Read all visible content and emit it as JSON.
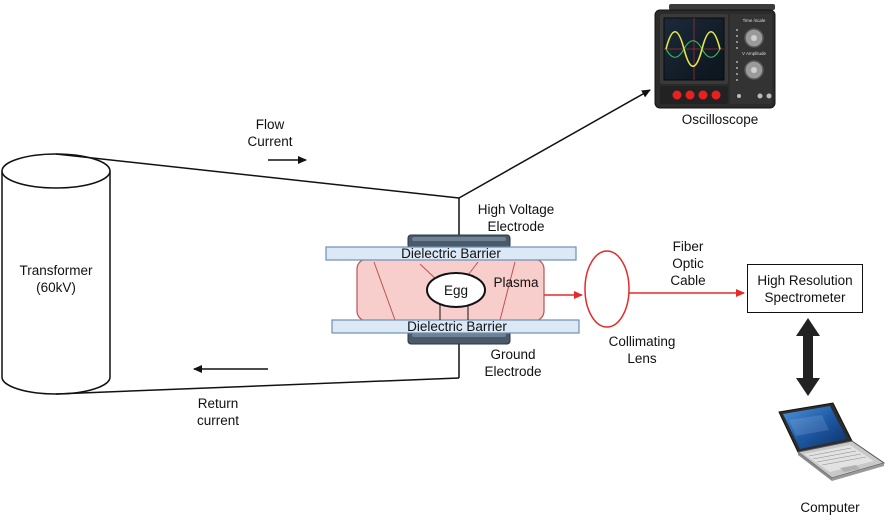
{
  "diagram": {
    "transformer": {
      "label": "Transformer\n(60kV)"
    },
    "flow_current": {
      "label": "Flow\nCurrent"
    },
    "return_current": {
      "label": "Return\ncurrent"
    },
    "high_voltage_electrode": {
      "label": "High Voltage\nElectrode"
    },
    "ground_electrode": {
      "label": "Ground\nElectrode"
    },
    "dielectric_barrier_top": {
      "label": "Dielectric Barrier"
    },
    "dielectric_barrier_bottom": {
      "label": "Dielectric Barrier"
    },
    "egg": {
      "label": "Egg"
    },
    "plasma": {
      "label": "Plasma"
    },
    "collimating_lens": {
      "label": "Collimating\nLens"
    },
    "fiber_optic_cable": {
      "label": "Fiber\nOptic\nCable"
    },
    "spectrometer": {
      "label": "High Resolution\nSpectrometer"
    },
    "oscilloscope": {
      "label": "Oscilloscope",
      "panel_text": [
        "Time /scale",
        "V Amplitude"
      ]
    },
    "computer": {
      "label": "Computer"
    },
    "colors": {
      "barrier_fill": "#dbe8f6",
      "barrier_stroke": "#6d8fb5",
      "plasma_fill": "#f8cecc",
      "plasma_stroke": "#b85450",
      "optical_path": "#e52a2a",
      "wire": "#111111",
      "electrode": "#4a5a6a"
    }
  }
}
